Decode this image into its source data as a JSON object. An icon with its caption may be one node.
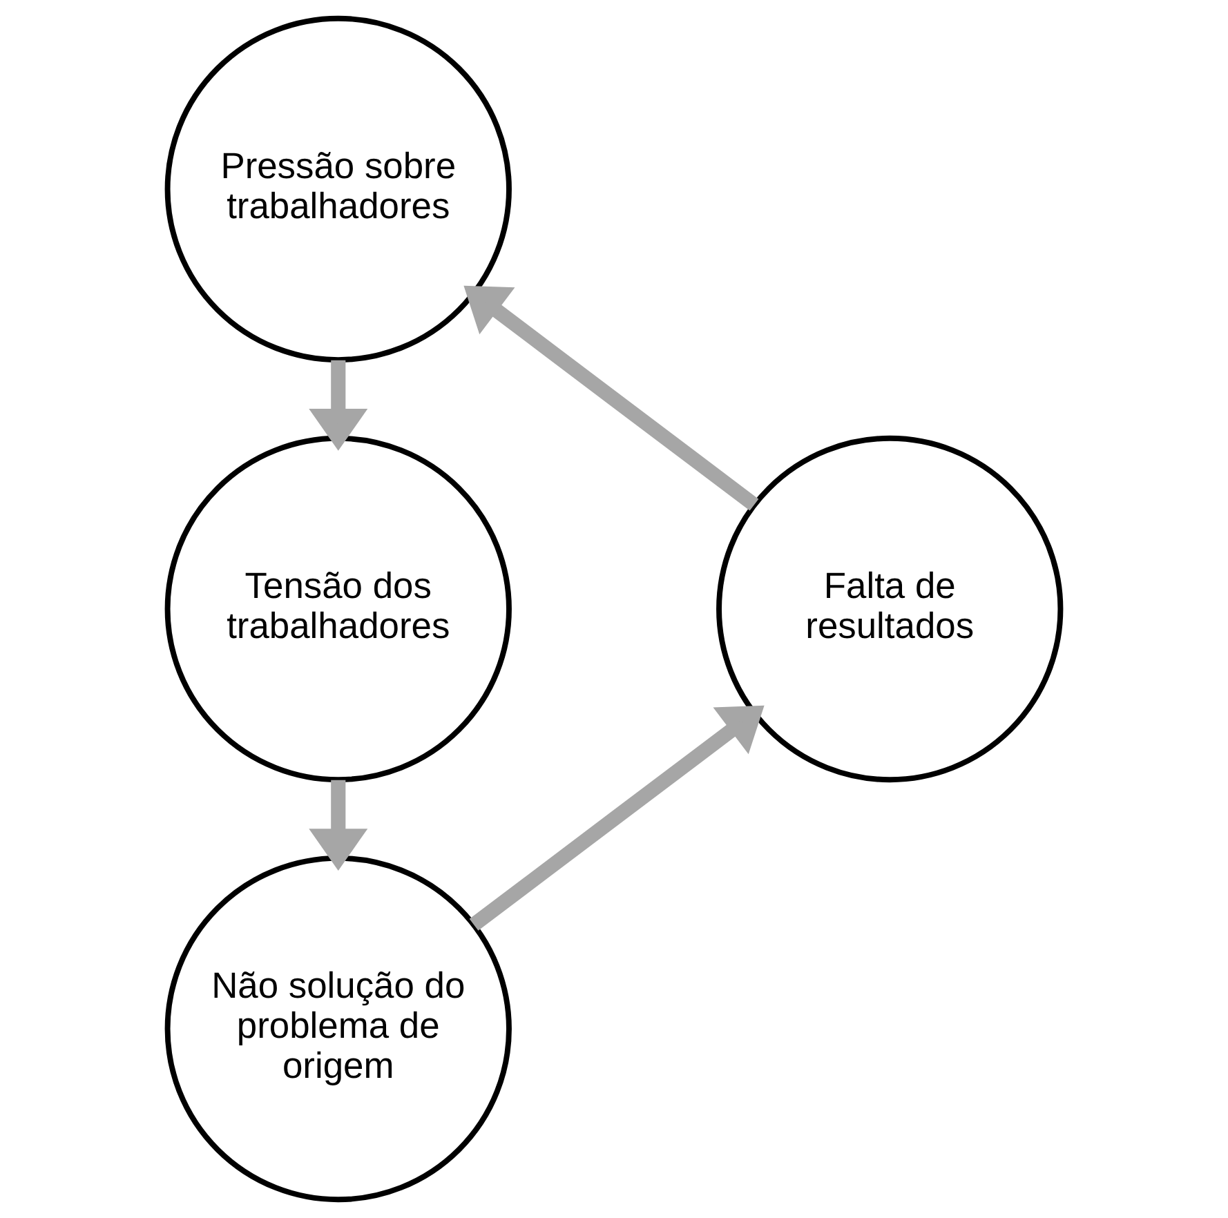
{
  "diagram": {
    "nodes": [
      {
        "text": [
          "Pressão sobre trabalhadores"
        ]
      },
      {
        "text": [
          "Falta de resultados"
        ]
      },
      {
        "text": [
          "Tensão dos trabalhadores"
        ]
      },
      {
        "text": [
          "Não solução do problema de origem"
        ]
      }
    ],
    "edges": [
      {
        "from": 0,
        "to": 2,
        "arrow": "to"
      },
      {
        "from": 2,
        "to": 3,
        "arrow": "to"
      },
      {
        "from": 3,
        "to": 1,
        "arrow": "to"
      },
      {
        "from": 1,
        "to": 0,
        "arrow": "to"
      }
    ]
  }
}
